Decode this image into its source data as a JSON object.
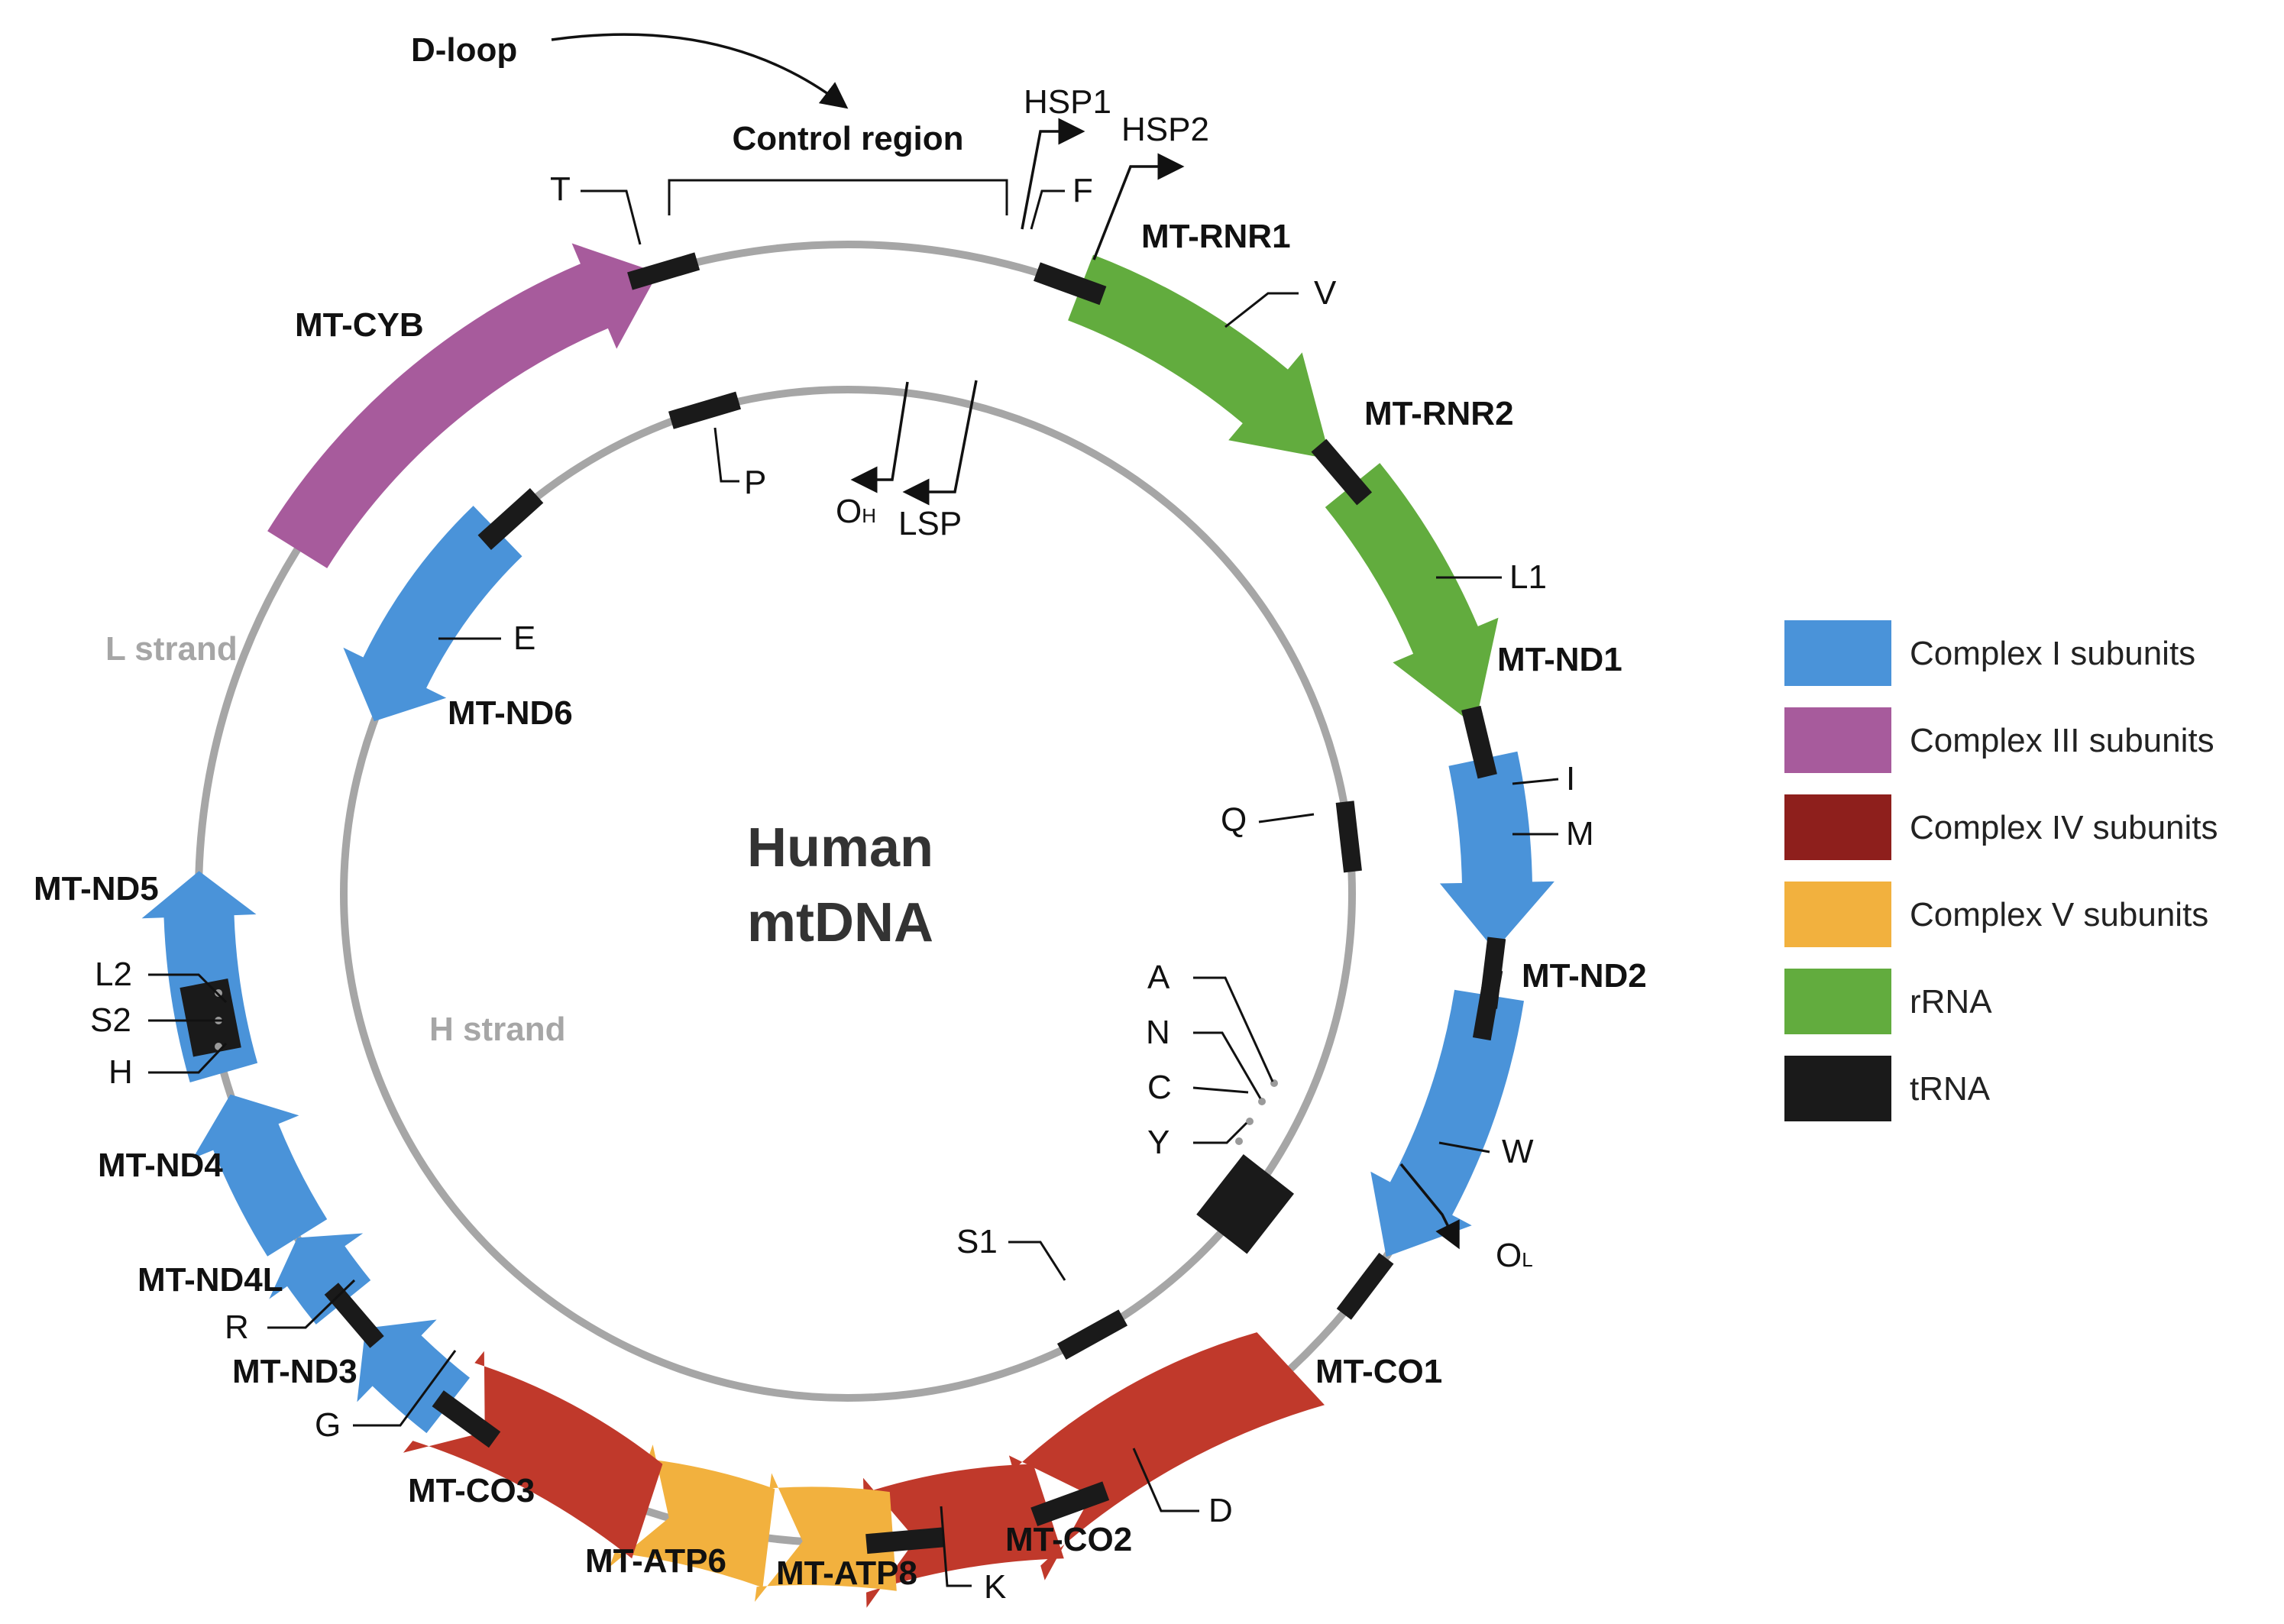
{
  "title": {
    "line1": "Human",
    "line2": "mtDNA"
  },
  "strands": {
    "outer": "L strand",
    "inner": "H strand"
  },
  "control": {
    "dloop": "D-loop",
    "region": "Control region"
  },
  "promoters": {
    "hsp1": "HSP1",
    "hsp2": "HSP2",
    "lsp": "LSP"
  },
  "origins": {
    "oh_main": "O",
    "oh_sub": "H",
    "ol_main": "O",
    "ol_sub": "L"
  },
  "colors": {
    "complex1": "#4a93d9",
    "complex3": "#a75b9c",
    "complex4": "#c0392b",
    "complex5": "#f2b13e",
    "rrna": "#62ac3e",
    "trna": "#1a1a1a",
    "ring": "#a6a6a6"
  },
  "genes": {
    "rnr1": "MT-RNR1",
    "rnr2": "MT-RNR2",
    "nd1": "MT-ND1",
    "nd2": "MT-ND2",
    "co1": "MT-CO1",
    "co2": "MT-CO2",
    "atp8": "MT-ATP8",
    "atp6": "MT-ATP6",
    "co3": "MT-CO3",
    "nd3": "MT-ND3",
    "nd4l": "MT-ND4L",
    "nd4": "MT-ND4",
    "nd5": "MT-ND5",
    "nd6": "MT-ND6",
    "cyb": "MT-CYB"
  },
  "trna": {
    "T": "T",
    "F": "F",
    "V": "V",
    "L1": "L1",
    "I": "I",
    "M": "M",
    "Q": "Q",
    "W": "W",
    "A": "A",
    "N": "N",
    "C": "C",
    "Y": "Y",
    "S1": "S1",
    "D": "D",
    "K": "K",
    "G": "G",
    "R": "R",
    "H": "H",
    "S2": "S2",
    "L2": "L2",
    "E": "E",
    "P": "P"
  },
  "legend": [
    {
      "label": "Complex I subunits",
      "color": "#4a93d9"
    },
    {
      "label": "Complex III subunits",
      "color": "#a75b9c"
    },
    {
      "label": "Complex IV subunits",
      "color": "#8e1f1c"
    },
    {
      "label": "Complex V subunits",
      "color": "#f2b13e"
    },
    {
      "label": "rRNA",
      "color": "#62ac3e"
    },
    {
      "label": "tRNA",
      "color": "#1a1a1a"
    }
  ]
}
